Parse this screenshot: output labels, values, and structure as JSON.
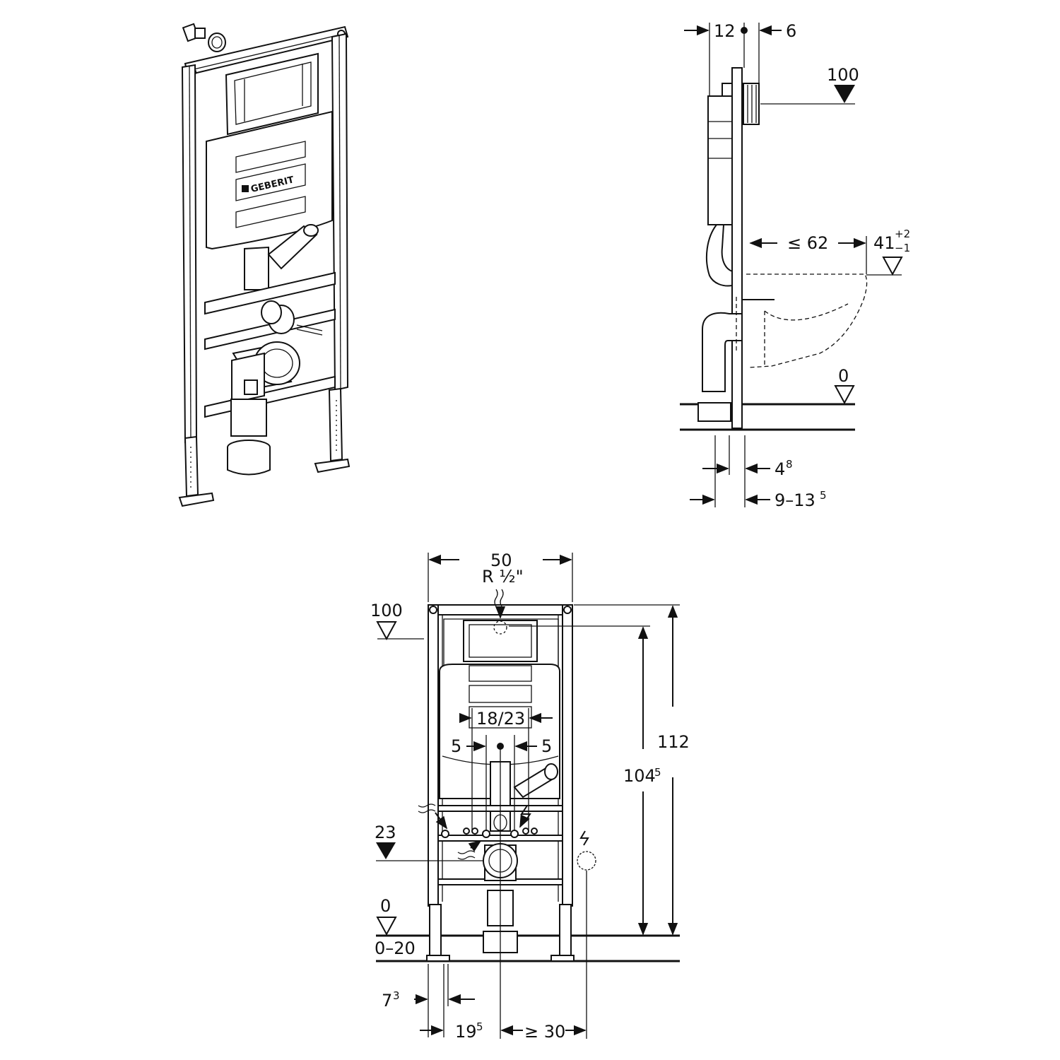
{
  "brand": {
    "logo_text": "GEBERIT"
  },
  "side_view": {
    "dim_top_left": "12",
    "dim_top_right": "6",
    "level_top": "100",
    "dim_bowl_projection": "≤ 62",
    "level_bowl_base": "41",
    "level_bowl_sup": "+2",
    "level_bowl_sub": "−1",
    "level_floor": "0",
    "dim_frame_depth_base": "4",
    "dim_frame_depth_sup": "8",
    "dim_wall_gap_base": "9–13",
    "dim_wall_gap_sup": "5"
  },
  "front_view": {
    "dim_width": "50",
    "supply_thread": "R ½\"",
    "level_top": "100",
    "dim_height_total": "112",
    "dim_height_cistern_base": "104",
    "dim_height_cistern_sup": "5",
    "dim_center_span": "18/23",
    "dim_left_offset": "5",
    "dim_right_offset": "5",
    "level_drain": "23",
    "level_floor": "0",
    "dim_floor_adjust": "0–20",
    "dim_foot_base": "7",
    "dim_foot_sup": "3",
    "dim_leg_base": "19",
    "dim_leg_sup": "5",
    "dim_socket_distance": "≥ 30"
  }
}
